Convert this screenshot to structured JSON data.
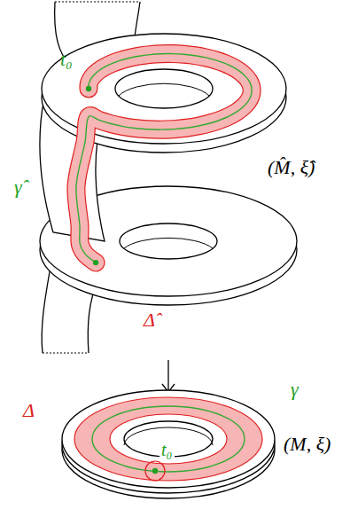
{
  "diagram": {
    "labels": [
      "t₀",
      "γ̂",
      "(M̂, ξ̂)",
      "Δ̂",
      "Δ",
      "γ",
      "t₀",
      "(M, ξ)"
    ]
  }
}
